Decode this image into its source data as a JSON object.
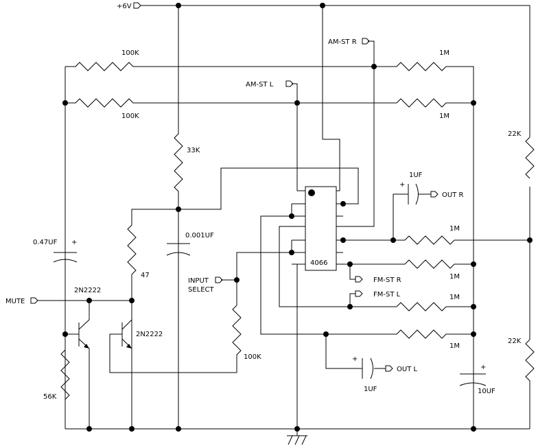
{
  "labels": {
    "vplus": "+6V",
    "am_st_r": "AM-ST R",
    "am_st_l": "AM-ST L",
    "r_100k_top": "100K",
    "r_100k_2": "100K",
    "r_1m_top": "1M",
    "r_1m_2": "1M",
    "r_22k_top": "22K",
    "r_22k_bot": "22K",
    "r_33k": "33K",
    "c_1uf_r": "1UF",
    "out_r": "OUT R",
    "plus_out_r": "+",
    "r_1m_mid": "1M",
    "c_047uf": "0.47UF",
    "plus_047": "+",
    "c_0001uf": "0.001UF",
    "ic": "4066",
    "r_47": "47",
    "input_select_1": "INPUT",
    "input_select_2": "SELECT",
    "fm_st_r": "FM-ST R",
    "fm_st_l": "FM-ST L",
    "r_1m_fmr": "1M",
    "r_1m_fml": "1M",
    "r_1m_bot": "1M",
    "mute": "MUTE",
    "q1": "2N2222",
    "q2": "2N2222",
    "r_100k_sel": "100K",
    "r_56k": "56K",
    "c_1uf_l": "1UF",
    "out_l": "OUT L",
    "plus_out_l": "+",
    "c_10uf": "10UF",
    "plus_10uf": "+"
  }
}
